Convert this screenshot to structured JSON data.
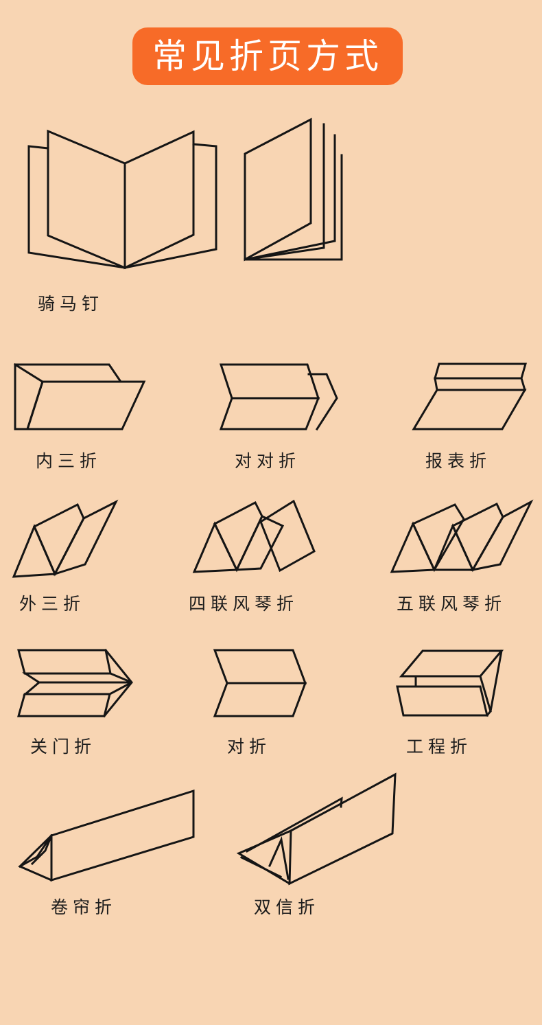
{
  "title": "常见折页方式",
  "colors": {
    "background": "#f8d5b3",
    "accent": "#f76b28",
    "line": "#151515"
  },
  "folds": [
    {
      "id": "saddle-stitch",
      "label": "骑马钉"
    },
    {
      "id": "inner-tri-fold",
      "label": "内三折"
    },
    {
      "id": "double-parallel-fold",
      "label": "对对折"
    },
    {
      "id": "map-fold",
      "label": "报表折"
    },
    {
      "id": "outer-tri-fold",
      "label": "外三折"
    },
    {
      "id": "four-panel-accordion",
      "label": "四联风琴折"
    },
    {
      "id": "five-panel-accordion",
      "label": "五联风琴折"
    },
    {
      "id": "gate-fold",
      "label": "关门折"
    },
    {
      "id": "half-fold",
      "label": "对折"
    },
    {
      "id": "engineering-fold",
      "label": "工程折"
    },
    {
      "id": "roll-fold",
      "label": "卷帘折"
    },
    {
      "id": "double-letter-fold",
      "label": "双信折"
    }
  ]
}
